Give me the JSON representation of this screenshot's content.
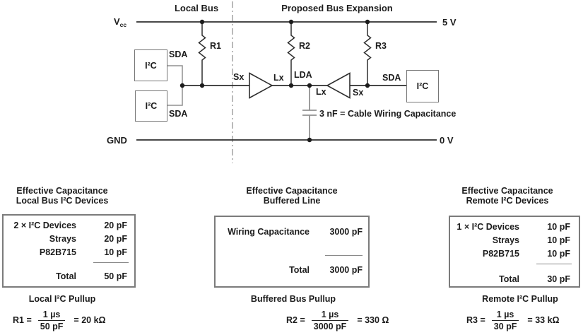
{
  "figure": {
    "sections": {
      "local_bus": "Local Bus",
      "proposed_expansion": "Proposed Bus Expansion"
    },
    "rails": {
      "vcc_main": "V",
      "vcc_sub": "cc",
      "five_v": "5 V",
      "gnd": "GND",
      "zero_v": "0 V"
    },
    "components": {
      "r1": "R1",
      "r2": "R2",
      "r3": "R3",
      "i2c_local_top": "I²C",
      "i2c_local_bottom": "I²C",
      "i2c_remote": "I²C",
      "cap_note": "3 nF = Cable Wiring Capacitance"
    },
    "pins": {
      "sda_local_top": "SDA",
      "sda_local_bottom": "SDA",
      "sda_remote": "SDA",
      "sx_left": "Sx",
      "lx_left": "Lx",
      "lda": "LDA",
      "lx_right": "Lx",
      "sx_right": "Sx"
    }
  },
  "tables": [
    {
      "title_line1": "Effective Capacitance",
      "title_line2": "Local Bus I²C Devices",
      "rows": [
        {
          "label": "2 × I²C Devices",
          "value": "20 pF"
        },
        {
          "label": "Strays",
          "value": "20 pF"
        },
        {
          "label": "P82B715",
          "value": "10 pF"
        }
      ],
      "total_label": "Total",
      "total_value": "50 pF"
    },
    {
      "title_line1": "Effective Capacitance",
      "title_line2": "Buffered Line",
      "rows": [
        {
          "label": "Wiring Capacitance",
          "value": "3000 pF"
        }
      ],
      "total_label": "Total",
      "total_value": "3000 pF"
    },
    {
      "title_line1": "Effective Capacitance",
      "title_line2": "Remote I²C Devices",
      "rows": [
        {
          "label": "1 × I²C Devices",
          "value": "10 pF"
        },
        {
          "label": "Strays",
          "value": "10 pF"
        },
        {
          "label": "P82B715",
          "value": "10 pF"
        }
      ],
      "total_label": "Total",
      "total_value": "30 pF"
    }
  ],
  "formulas": [
    {
      "title": "Local I²C Pullup",
      "lhs": "R1 =",
      "numerator": "1 µs",
      "denominator": "50 pF",
      "result": "= 20 kΩ"
    },
    {
      "title": "Buffered Bus Pullup",
      "lhs": "R2 =",
      "numerator": "1 µs",
      "denominator": "3000 pF",
      "result": "= 330 Ω"
    },
    {
      "title": "Remote I²C Pullup",
      "lhs": "R3 =",
      "numerator": "1 µs",
      "denominator": "30 pF",
      "result": "= 33 kΩ"
    }
  ]
}
